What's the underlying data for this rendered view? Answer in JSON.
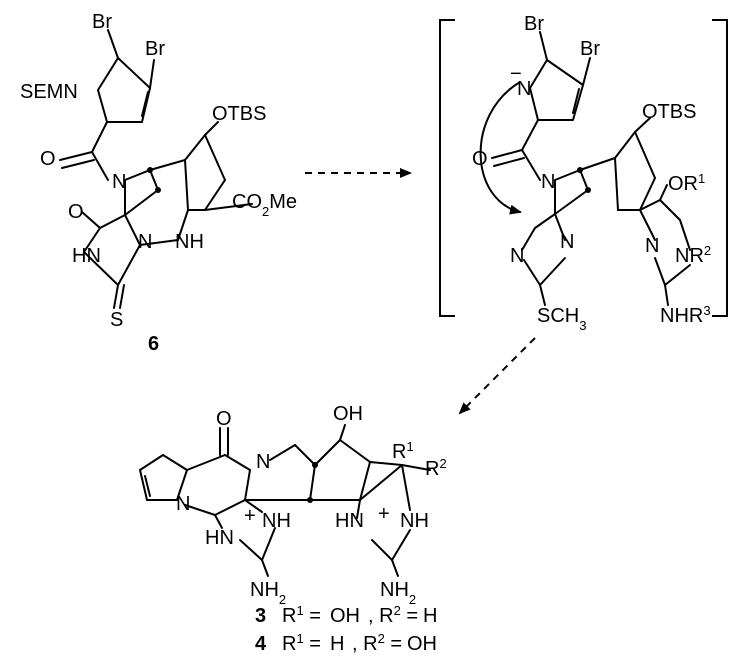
{
  "compound6": {
    "label": "6",
    "atoms": {
      "br1": "Br",
      "br2": "Br",
      "sem_n": "SEMN",
      "otbs": "OTBS",
      "amide_o": "O",
      "pyrrolidine_n": "N",
      "ester": "CO2Me",
      "ring_o": "O",
      "n_a": "N",
      "nh_right": "NH",
      "hn": "HN",
      "s": "S"
    }
  },
  "intermediate": {
    "atoms": {
      "br1": "Br",
      "br2": "Br",
      "anion_n": "N",
      "charge": "−",
      "otbs": "OTBS",
      "amide_o": "O",
      "pyrrolidine_n": "N",
      "or1": "OR1",
      "n_img1": "N",
      "n_img2": "N",
      "n_img3": "N",
      "nr2": "NR2",
      "sch3": "SCH3",
      "nhr3": "NHR3"
    }
  },
  "products": {
    "atoms": {
      "o": "O",
      "oh": "OH",
      "r1": "R1",
      "r2": "R2",
      "n_pyrrole": "N",
      "n_amide": "N",
      "nh1": "NH",
      "hn1": "HN",
      "plus1": "+",
      "nh2_1": "NH2",
      "hn2": "HN",
      "nh2": "NH",
      "plus2": "+",
      "nh2_2": "NH2"
    },
    "legend": [
      {
        "num": "3",
        "r1": "OH",
        "r2": "H"
      },
      {
        "num": "4",
        "r1": "H",
        "r2": "OH"
      }
    ]
  }
}
